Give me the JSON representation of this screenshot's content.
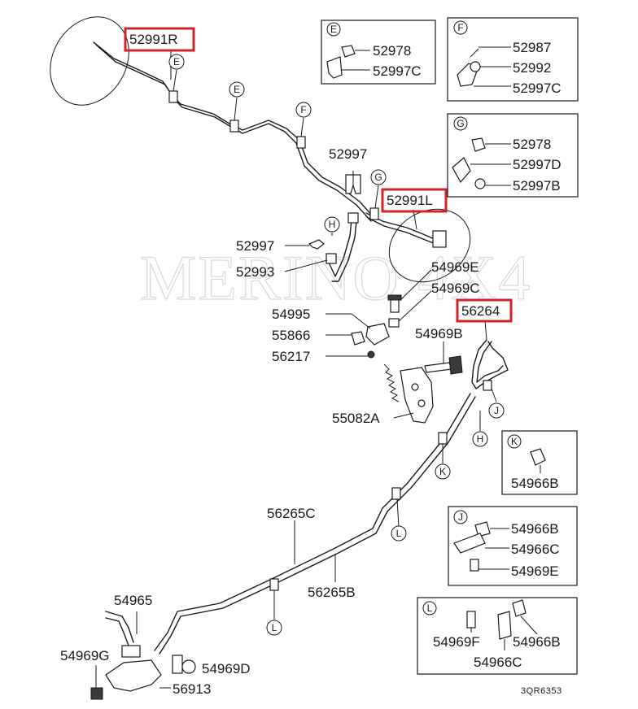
{
  "watermark": "MERINO 4X4",
  "drawing_code": "3QR6353",
  "colors": {
    "highlight": "#d0232a",
    "line": "#1a1a1a",
    "watermark": "#d8d8d8"
  },
  "labels": {
    "p52991R": "52991R",
    "p52991L": "52991L",
    "p52997": "52997",
    "p52997b": "52997",
    "p52993": "52993",
    "p54969E": "54969E",
    "p54969C": "54969C",
    "p54995": "54995",
    "p55866": "55866",
    "p56217": "56217",
    "p54969B": "54969B",
    "p56264": "56264",
    "p55082A": "55082A",
    "p56265C": "56265C",
    "p56265B": "56265B",
    "p54965": "54965",
    "p54969G": "54969G",
    "p54969D": "54969D",
    "p56913": "56913"
  },
  "callouts": {
    "E": "E",
    "F": "F",
    "G": "G",
    "H": "H",
    "J": "J",
    "K": "K",
    "L": "L"
  },
  "detail_boxes": {
    "E": {
      "letter": "E",
      "parts": [
        "52978",
        "52997C"
      ]
    },
    "F": {
      "letter": "F",
      "parts": [
        "52987",
        "52992",
        "52997C"
      ]
    },
    "G": {
      "letter": "G",
      "parts": [
        "52978",
        "52997D",
        "52997B"
      ]
    },
    "K": {
      "letter": "K",
      "parts": [
        "54966B"
      ]
    },
    "J": {
      "letter": "J",
      "parts": [
        "54966B",
        "54966C",
        "54969E"
      ]
    },
    "L": {
      "letter": "L",
      "parts": [
        "54969F",
        "54966B",
        "54966C"
      ]
    }
  }
}
